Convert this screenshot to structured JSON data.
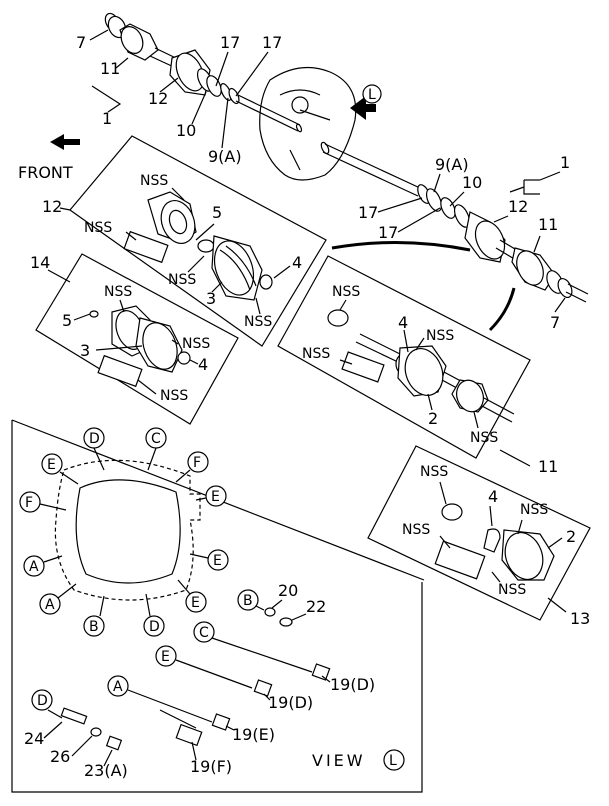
{
  "labels": {
    "front": "FRONT",
    "view": "VIEW",
    "view_letter": "L",
    "l_arrow_letter": "L",
    "nss": "NSS",
    "n1": "1",
    "n2": "2",
    "n3": "3",
    "n4": "4",
    "n5": "5",
    "n7": "7",
    "n9a": "9(A)",
    "n10": "10",
    "n11": "11",
    "n12": "12",
    "n13": "13",
    "n14": "14",
    "n17": "17",
    "n19d": "19(D)",
    "n19e": "19(E)",
    "n19f": "19(F)",
    "n20": "20",
    "n22": "22",
    "n23a": "23(A)",
    "n24": "24",
    "n26": "26"
  },
  "bolt_circle_letters": [
    "A",
    "B",
    "C",
    "D",
    "E",
    "F"
  ]
}
